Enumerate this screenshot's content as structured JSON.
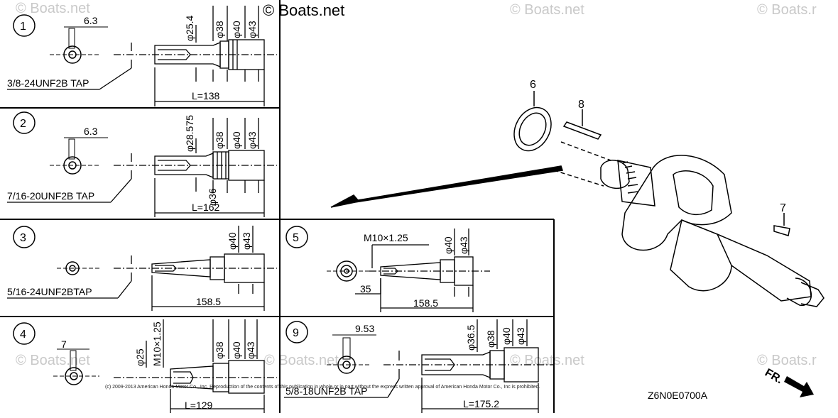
{
  "watermark": "© Boats.net",
  "watermark_partial": "© Boats.r",
  "brand": "© Boats.net",
  "copyright": "(c) 2009-2013 American Honda Motor Co., Inc. Reproduction of the contents of this publication in whole or in part without the express written approval of American Honda Motor Co., Inc is prohibited.",
  "diagram_code": "Z6N0E0700A",
  "fr_label": "FR.",
  "callouts": {
    "c6": "6",
    "c7": "7",
    "c8": "8"
  },
  "panels": [
    {
      "num": "1",
      "tap": "3/8-24UNF2B TAP",
      "keyway": "6.3",
      "length": "L=138",
      "dims": [
        "φ25.4",
        "φ38",
        "φ40",
        "φ43"
      ]
    },
    {
      "num": "2",
      "tap": "7/16-20UNF2B TAP",
      "keyway": "6.3",
      "length": "L=162",
      "dims": [
        "φ28.575",
        "φ38",
        "φ40",
        "φ43"
      ],
      "dim_lower": "φ36"
    },
    {
      "num": "3",
      "tap": "5/16-24UNF2BTAP",
      "length": "158.5",
      "dims": [
        "φ40",
        "φ43"
      ]
    },
    {
      "num": "4",
      "keyway": "7",
      "length": "L=129",
      "dims": [
        "φ25",
        "M10×1.25",
        "φ38",
        "φ40",
        "φ43"
      ]
    },
    {
      "num": "5",
      "thread": "M10×1.25",
      "depth": "35",
      "length": "158.5",
      "dims": [
        "φ40",
        "φ43"
      ]
    },
    {
      "num": "9",
      "tap": "5/8-18UNF2B TAP",
      "keyway": "9.53",
      "length": "L=175.2",
      "dims": [
        "φ36.5",
        "φ38",
        "φ40",
        "φ43"
      ]
    }
  ]
}
